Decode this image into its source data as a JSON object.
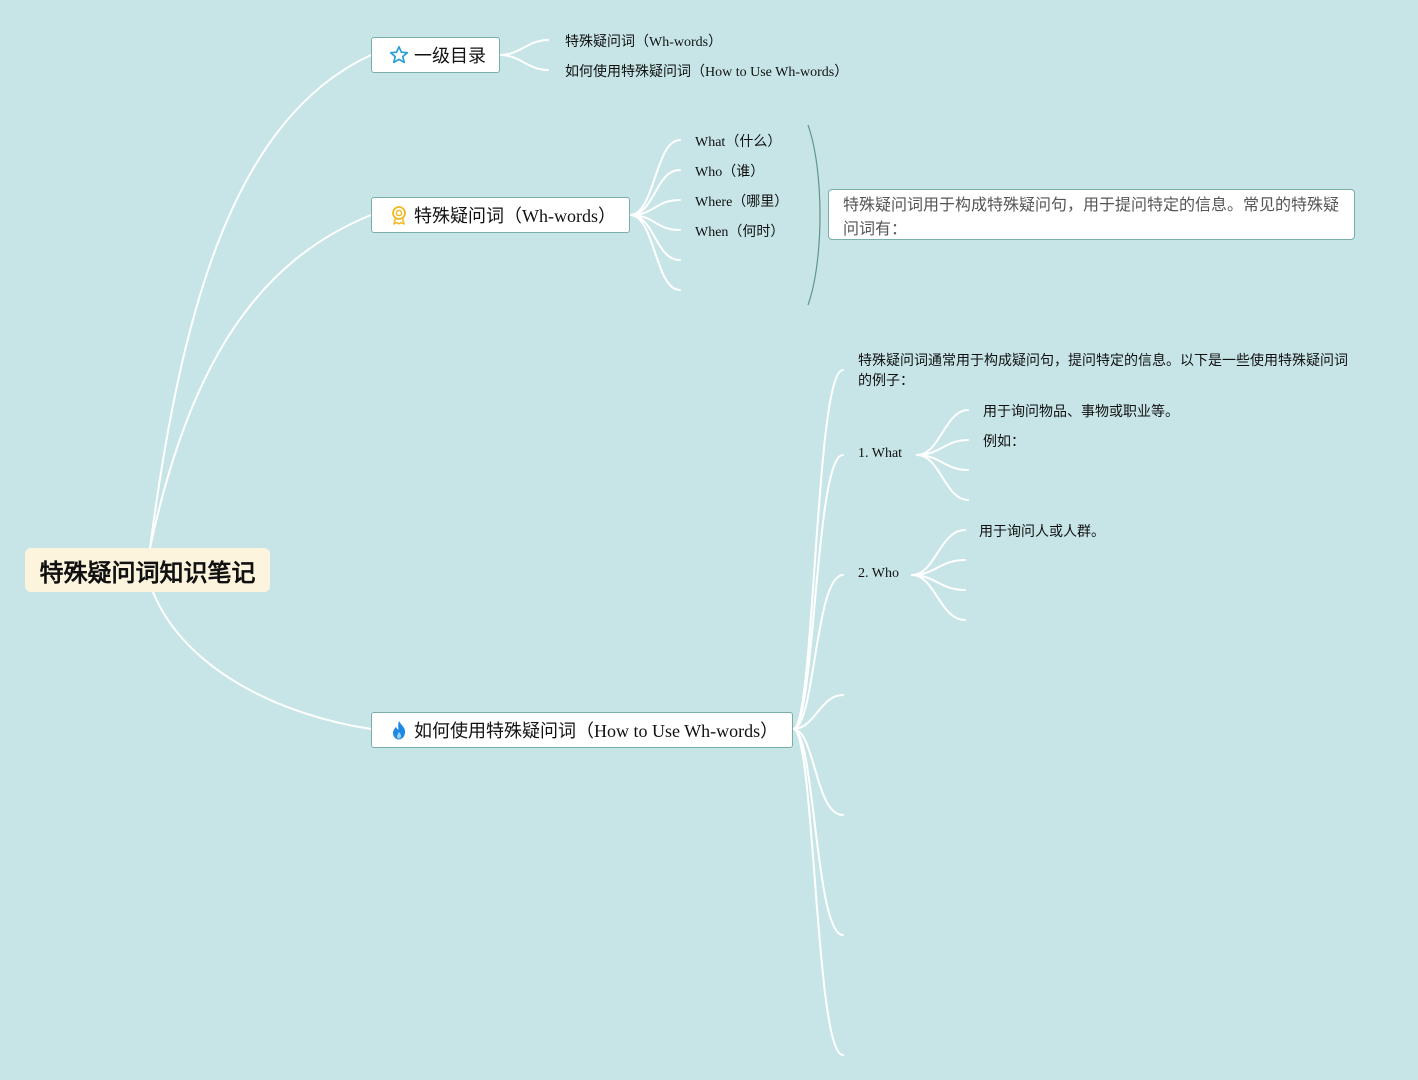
{
  "root": {
    "title": "特殊疑问词知识笔记"
  },
  "branches": {
    "toc": {
      "label": "一级目录",
      "icon": "star-icon",
      "items": [
        "特殊疑问词（Wh-words）",
        "如何使用特殊疑问词（How to Use Wh-words）"
      ]
    },
    "whwords": {
      "label": "特殊疑问词（Wh-words）",
      "icon": "award-icon",
      "items": [
        "What（什么）",
        "Who（谁）",
        "Where（哪里）",
        "When（何时）"
      ],
      "summary": "特殊疑问词用于构成特殊疑问句，用于提问特定的信息。常见的特殊疑问词有："
    },
    "usage": {
      "label": "如何使用特殊疑问词（How to Use Wh-words）",
      "icon": "flame-icon",
      "intro": "特殊疑问词通常用于构成疑问句，提问特定的信息。以下是一些使用特殊疑问词的例子：",
      "what": {
        "label": "1. What",
        "items": [
          "用于询问物品、事物或职业等。",
          "例如："
        ]
      },
      "who": {
        "label": "2. Who",
        "items": [
          "用于询问人或人群。"
        ]
      }
    }
  },
  "colors": {
    "background": "#c7e5e7",
    "root_fill": "#fcf4dd",
    "connector": "#ffffff",
    "node_border": "#7aaea9",
    "star": "#2a9fd6",
    "award": "#f2b824",
    "flame": "#1e88e5"
  }
}
